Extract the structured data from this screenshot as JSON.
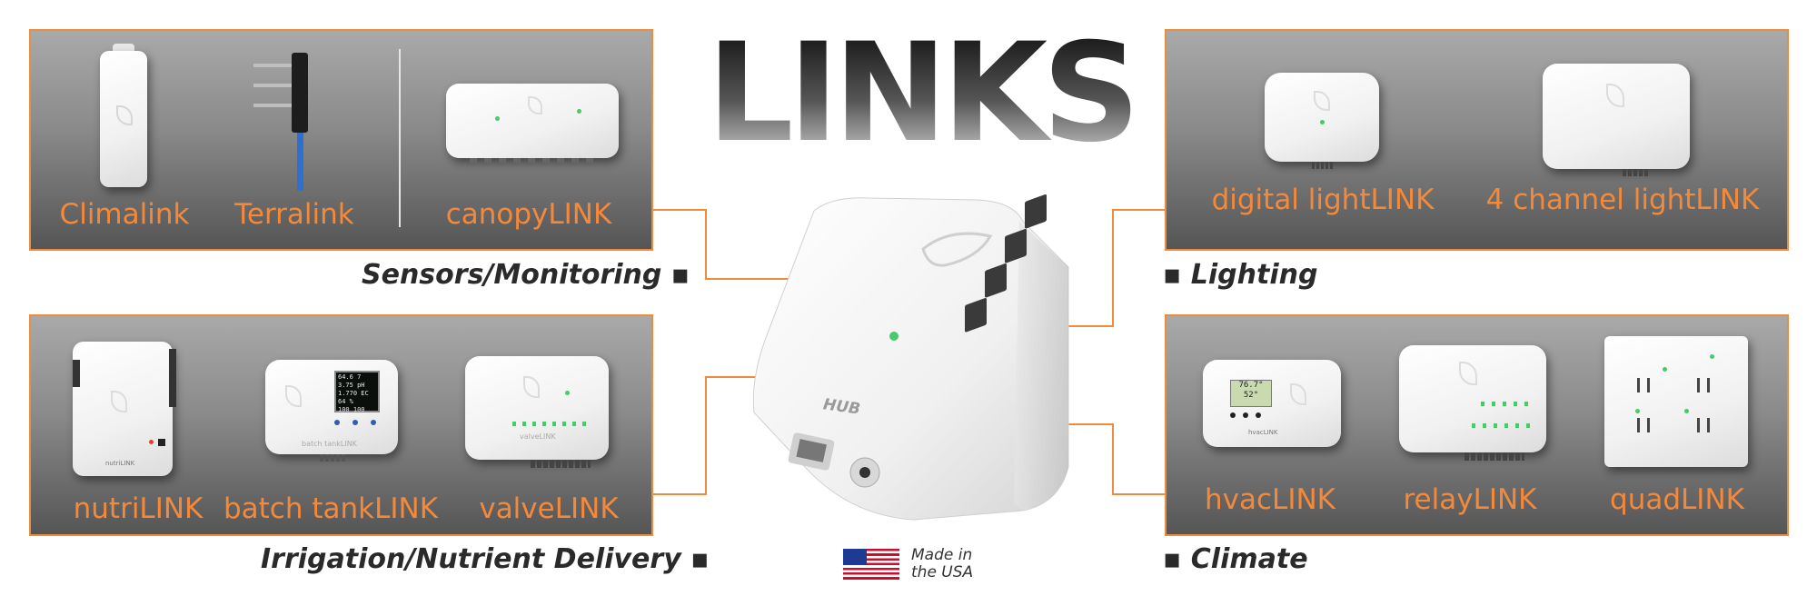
{
  "title": "LINKS",
  "categories": {
    "sensors": "Sensors/Monitoring ▪",
    "irrigation": "Irrigation/Nutrient Delivery ▪",
    "lighting": "▪ Lighting",
    "climate": "▪ Climate"
  },
  "products": {
    "climalink": "Climalink",
    "terralink": "Terralink",
    "canopylink": "canopyLINK",
    "nutrilink": "nutriLINK",
    "batchtanklink": "batch tankLINK",
    "valvelink": "valveLINK",
    "digitallightlink": "digital lightLINK",
    "fourchannellightlink": "4 channel lightLINK",
    "hvaclink": "hvacLINK",
    "relaylink": "relayLINK",
    "quadlink": "quadLINK"
  },
  "hub": {
    "label": "HUB"
  },
  "made_in": {
    "line1": "Made in",
    "line2": "the USA"
  },
  "device_text": {
    "nutri_brand": "nutriLINK",
    "batch_brand": "batch tankLINK",
    "valve_brand": "valveLINK",
    "hvac_brand": "hvacLINK",
    "batch_screen": [
      "64.6  7",
      "3.75  pH",
      "1.770 EC",
      "64   %",
      "100  100"
    ],
    "hvac_screen": [
      "76.7°",
      "52°"
    ]
  },
  "colors": {
    "accent": "#f08a3c",
    "label": "#f5893a",
    "led": "#48c96a"
  }
}
